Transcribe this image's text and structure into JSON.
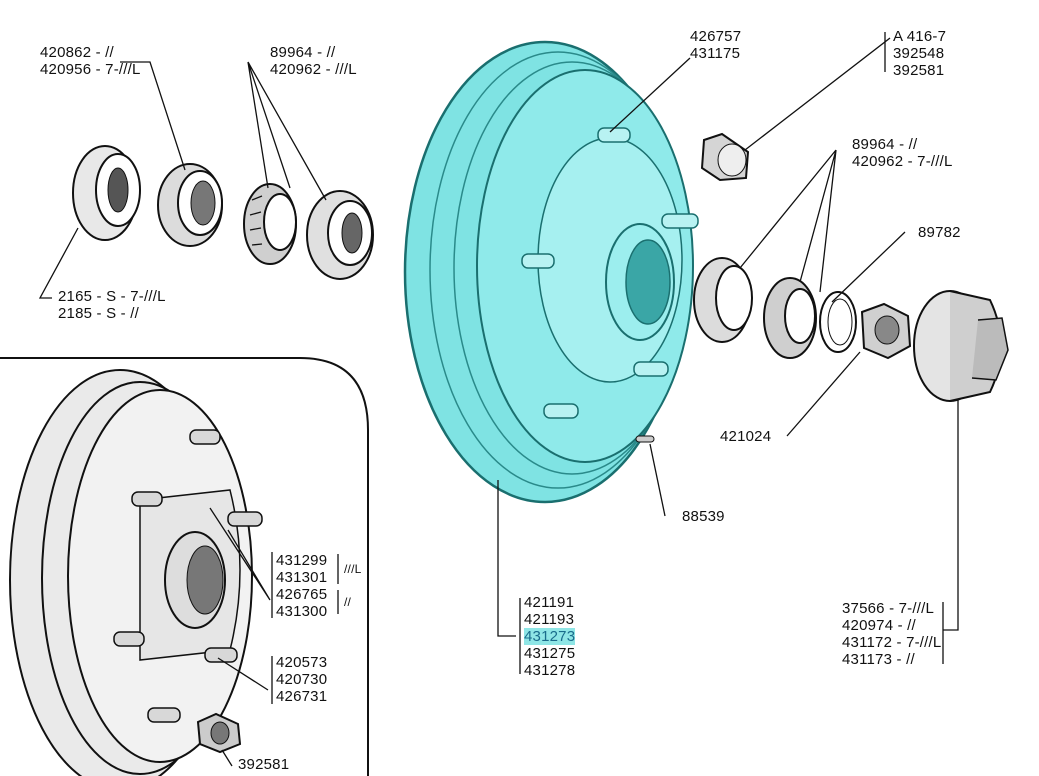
{
  "colors": {
    "highlight": "#8fe6e6",
    "highlight_text": "#1a6c8c",
    "ink": "#111111",
    "drum_fill": "#7fe3e3"
  },
  "labels": {
    "bearing_cup_left": [
      "420862 - //",
      "420956 - 7-///L"
    ],
    "bearing_cone_left": [
      "89964 - //",
      "420962 - ///L"
    ],
    "grease_seal": [
      "2165 - S - 7-///L",
      "2185 - S - //"
    ],
    "wheel_stud_top": [
      "426757",
      "431175"
    ],
    "lug_nut": [
      "A 416-7",
      "392548",
      "392581"
    ],
    "bearing_cone_right": [
      "89964 - //",
      "420962 - 7-///L"
    ],
    "washer": "89782",
    "castle_nut": "421024",
    "cotter_pin": "88539",
    "hub_drum": [
      "421191",
      "421193",
      "431273",
      "431275",
      "431278"
    ],
    "hub_cap": [
      "37566 - 7-///L",
      "420974 - //",
      "431172 - 7-///L",
      "431173 - //"
    ],
    "inset_hub_a": [
      "431299",
      "431301"
    ],
    "inset_hub_a_tag": "///L",
    "inset_hub_b": [
      "426765",
      "431300"
    ],
    "inset_hub_b_tag": "//",
    "inset_stud": [
      "420573",
      "420730",
      "426731"
    ],
    "inset_nut": "392581"
  },
  "highlighted_part": "431273"
}
